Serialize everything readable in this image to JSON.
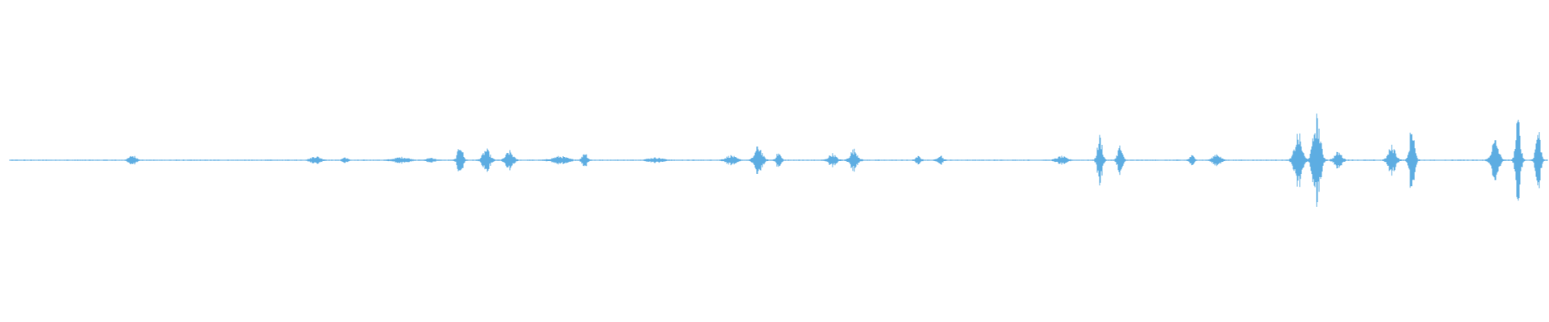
{
  "waveform": {
    "color": "#5DADE2",
    "baseline_amplitude": 0.012,
    "peak_scale": 1.0,
    "bursts": [
      {
        "t": 0.08,
        "amp": 0.1,
        "width": 0.003
      },
      {
        "t": 0.199,
        "amp": 0.08,
        "width": 0.004
      },
      {
        "t": 0.218,
        "amp": 0.06,
        "width": 0.002
      },
      {
        "t": 0.255,
        "amp": 0.06,
        "width": 0.006
      },
      {
        "t": 0.274,
        "amp": 0.05,
        "width": 0.003
      },
      {
        "t": 0.293,
        "amp": 0.38,
        "width": 0.002
      },
      {
        "t": 0.31,
        "amp": 0.24,
        "width": 0.003
      },
      {
        "t": 0.325,
        "amp": 0.2,
        "width": 0.003
      },
      {
        "t": 0.358,
        "amp": 0.08,
        "width": 0.006
      },
      {
        "t": 0.374,
        "amp": 0.18,
        "width": 0.002
      },
      {
        "t": 0.42,
        "amp": 0.05,
        "width": 0.006
      },
      {
        "t": 0.469,
        "amp": 0.1,
        "width": 0.004
      },
      {
        "t": 0.487,
        "amp": 0.32,
        "width": 0.003
      },
      {
        "t": 0.5,
        "amp": 0.16,
        "width": 0.002
      },
      {
        "t": 0.535,
        "amp": 0.14,
        "width": 0.003
      },
      {
        "t": 0.549,
        "amp": 0.24,
        "width": 0.003
      },
      {
        "t": 0.591,
        "amp": 0.08,
        "width": 0.002
      },
      {
        "t": 0.605,
        "amp": 0.12,
        "width": 0.002
      },
      {
        "t": 0.684,
        "amp": 0.08,
        "width": 0.004
      },
      {
        "t": 0.709,
        "amp": 0.55,
        "width": 0.002
      },
      {
        "t": 0.722,
        "amp": 0.32,
        "width": 0.002
      },
      {
        "t": 0.769,
        "amp": 0.1,
        "width": 0.002
      },
      {
        "t": 0.785,
        "amp": 0.14,
        "width": 0.003
      },
      {
        "t": 0.838,
        "amp": 0.6,
        "width": 0.003
      },
      {
        "t": 0.85,
        "amp": 1.0,
        "width": 0.003
      },
      {
        "t": 0.864,
        "amp": 0.18,
        "width": 0.003
      },
      {
        "t": 0.899,
        "amp": 0.32,
        "width": 0.003
      },
      {
        "t": 0.912,
        "amp": 0.82,
        "width": 0.002
      },
      {
        "t": 0.966,
        "amp": 0.45,
        "width": 0.003
      },
      {
        "t": 0.981,
        "amp": 0.95,
        "width": 0.002
      },
      {
        "t": 0.994,
        "amp": 0.72,
        "width": 0.002
      }
    ]
  }
}
